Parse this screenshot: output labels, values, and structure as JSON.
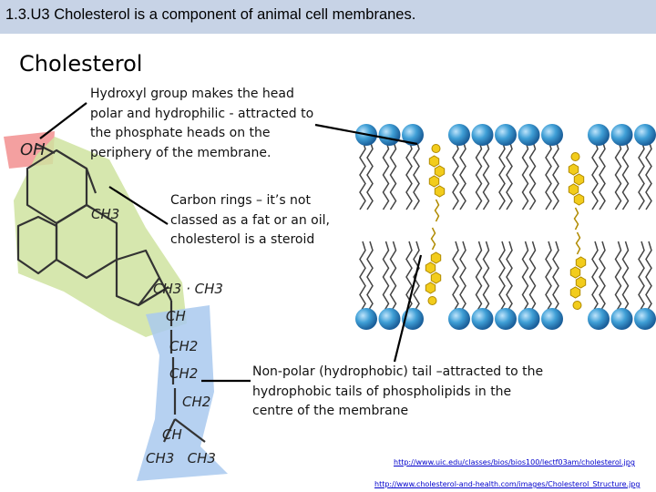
{
  "header": {
    "title": "1.3.U3 Cholesterol is a component of animal cell membranes."
  },
  "slide": {
    "heading": "Cholesterol"
  },
  "notes": {
    "hydroxyl": "Hydroxyl group makes the head polar and hydrophilic - attracted to the phosphate heads on the periphery of the membrane.",
    "rings": "Carbon rings – it’s not classed as a fat or an oil, cholesterol is a steroid",
    "tail": "Non-polar (hydrophobic) tail –attracted to the hydrophobic tails of phospholipids in the centre of the membrane"
  },
  "molecule": {
    "oh": "OH",
    "ch3_a": "CH3",
    "ch3_b": "CH3 · CH3",
    "ch": "CH",
    "ch2_a": "CH2",
    "ch2_b": "CH2",
    "ch2_c": "CH2",
    "ch_b": "CH",
    "ch3_end": "CH3   CH3"
  },
  "links": {
    "source1": "http://www.uic.edu/classes/bios/bios100/lectf03am/cholesterol.jpg",
    "source2": "http://www.cholesterol-and-health.com/images/Cholesterol_Structure.jpg"
  },
  "colors": {
    "header_bg": "#c7d3e6",
    "phosphate_head": "#3f9fd6",
    "cholesterol": "#f2cc1c",
    "ring_highlight": "#cfe3a0",
    "hydroxyl_highlight": "#f08080",
    "tail_highlight": "#a9c9ee"
  }
}
